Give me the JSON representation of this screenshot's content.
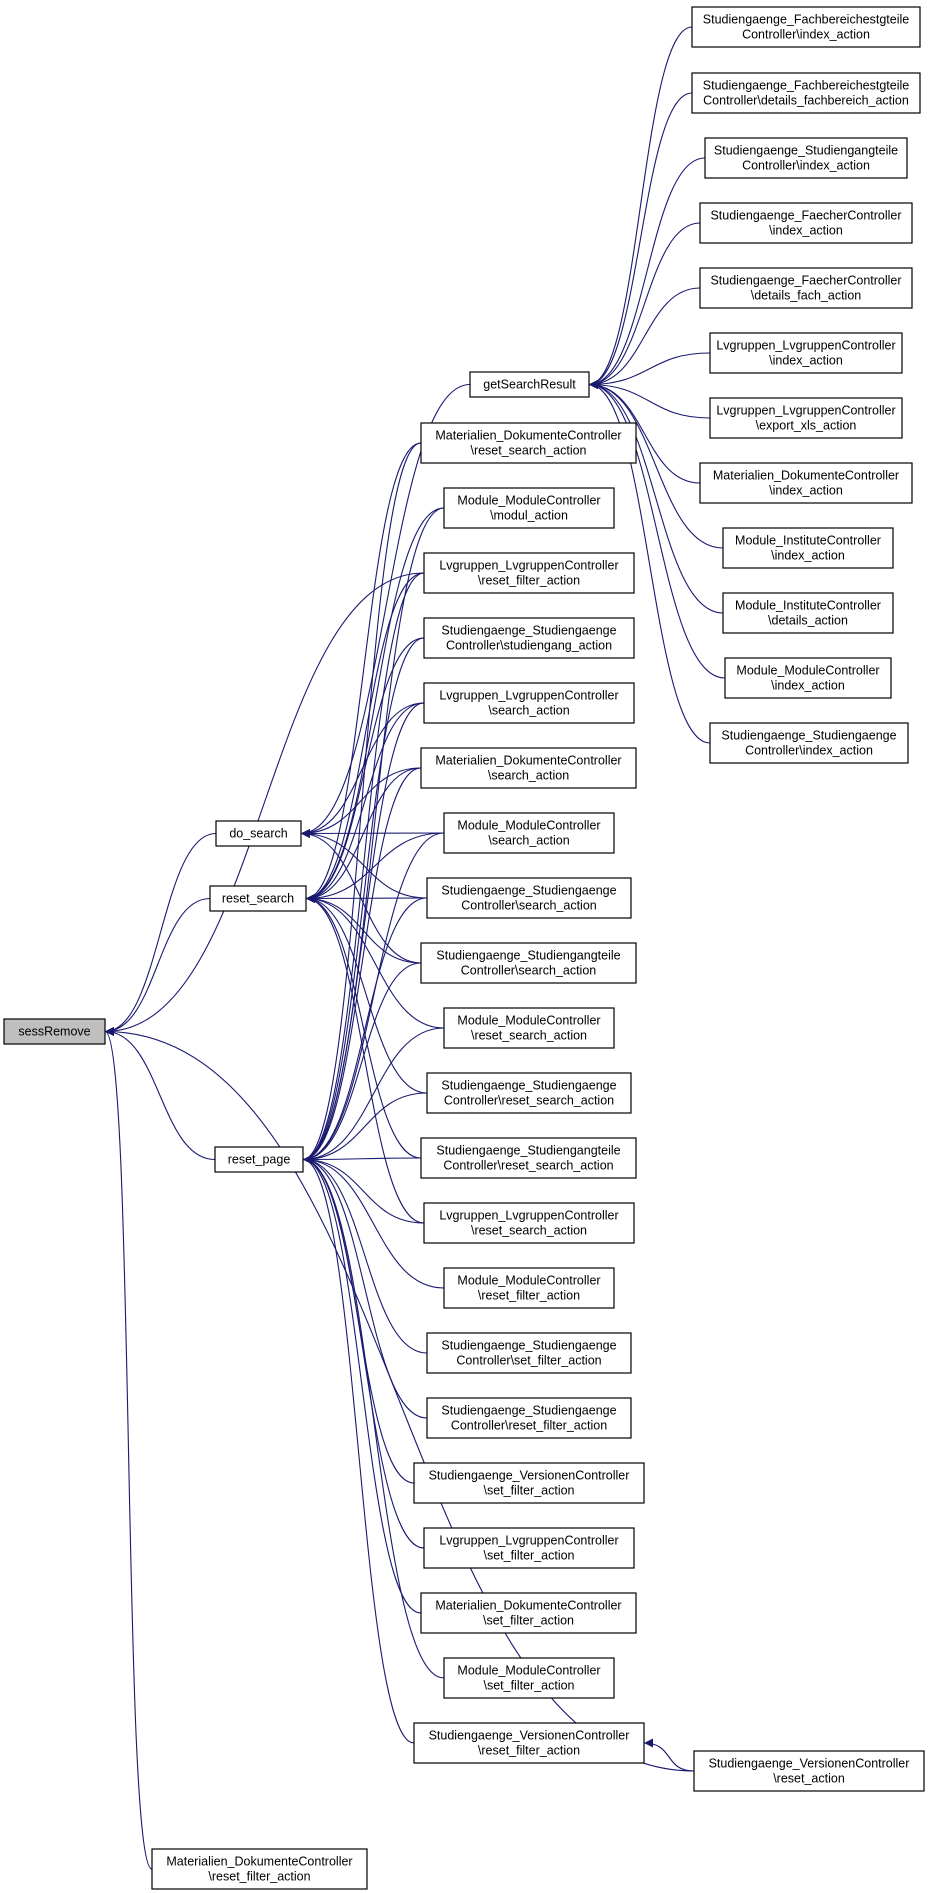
{
  "nodes": [
    {
      "id": "sessRemove",
      "lines": [
        "sessRemove"
      ],
      "root": true
    },
    {
      "id": "do_search",
      "lines": [
        "do_search"
      ]
    },
    {
      "id": "reset_search",
      "lines": [
        "reset_search"
      ]
    },
    {
      "id": "reset_page",
      "lines": [
        "reset_page"
      ]
    },
    {
      "id": "getSearchResult",
      "lines": [
        "getSearchResult"
      ]
    },
    {
      "id": "mat_dok_reset_filter",
      "lines": [
        "Materialien_DokumenteController",
        "\\reset_filter_action"
      ]
    },
    {
      "id": "fb_index",
      "lines": [
        "Studiengaenge_Fachbereichestgteile",
        "Controller\\index_action"
      ]
    },
    {
      "id": "fb_details",
      "lines": [
        "Studiengaenge_Fachbereichestgteile",
        "Controller\\details_fachbereich_action"
      ]
    },
    {
      "id": "stgt_index",
      "lines": [
        "Studiengaenge_Studiengangteile",
        "Controller\\index_action"
      ]
    },
    {
      "id": "faecher_index",
      "lines": [
        "Studiengaenge_FaecherController",
        "\\index_action"
      ]
    },
    {
      "id": "faecher_details",
      "lines": [
        "Studiengaenge_FaecherController",
        "\\details_fach_action"
      ]
    },
    {
      "id": "lvg_index",
      "lines": [
        "Lvgruppen_LvgruppenController",
        "\\index_action"
      ]
    },
    {
      "id": "lvg_export",
      "lines": [
        "Lvgruppen_LvgruppenController",
        "\\export_xls_action"
      ]
    },
    {
      "id": "mat_dok_index",
      "lines": [
        "Materialien_DokumenteController",
        "\\index_action"
      ]
    },
    {
      "id": "inst_index",
      "lines": [
        "Module_InstituteController",
        "\\index_action"
      ]
    },
    {
      "id": "inst_details",
      "lines": [
        "Module_InstituteController",
        "\\details_action"
      ]
    },
    {
      "id": "mod_index",
      "lines": [
        "Module_ModuleController",
        "\\index_action"
      ]
    },
    {
      "id": "stg_index",
      "lines": [
        "Studiengaenge_Studiengaenge",
        "Controller\\index_action"
      ]
    },
    {
      "id": "mat_dok_reset_search",
      "lines": [
        "Materialien_DokumenteController",
        "\\reset_search_action"
      ]
    },
    {
      "id": "mod_modul",
      "lines": [
        "Module_ModuleController",
        "\\modul_action"
      ]
    },
    {
      "id": "lvg_reset_filter",
      "lines": [
        "Lvgruppen_LvgruppenController",
        "\\reset_filter_action"
      ]
    },
    {
      "id": "stg_studiengang",
      "lines": [
        "Studiengaenge_Studiengaenge",
        "Controller\\studiengang_action"
      ]
    },
    {
      "id": "lvg_search",
      "lines": [
        "Lvgruppen_LvgruppenController",
        "\\search_action"
      ]
    },
    {
      "id": "mat_dok_search",
      "lines": [
        "Materialien_DokumenteController",
        "\\search_action"
      ]
    },
    {
      "id": "mod_search",
      "lines": [
        "Module_ModuleController",
        "\\search_action"
      ]
    },
    {
      "id": "stg_search",
      "lines": [
        "Studiengaenge_Studiengaenge",
        "Controller\\search_action"
      ]
    },
    {
      "id": "stgt_search",
      "lines": [
        "Studiengaenge_Studiengangteile",
        "Controller\\search_action"
      ]
    },
    {
      "id": "mod_reset_search",
      "lines": [
        "Module_ModuleController",
        "\\reset_search_action"
      ]
    },
    {
      "id": "stg_reset_search",
      "lines": [
        "Studiengaenge_Studiengaenge",
        "Controller\\reset_search_action"
      ]
    },
    {
      "id": "stgt_reset_search",
      "lines": [
        "Studiengaenge_Studiengangteile",
        "Controller\\reset_search_action"
      ]
    },
    {
      "id": "lvg_reset_search",
      "lines": [
        "Lvgruppen_LvgruppenController",
        "\\reset_search_action"
      ]
    },
    {
      "id": "mod_reset_filter",
      "lines": [
        "Module_ModuleController",
        "\\reset_filter_action"
      ]
    },
    {
      "id": "stg_set_filter",
      "lines": [
        "Studiengaenge_Studiengaenge",
        "Controller\\set_filter_action"
      ]
    },
    {
      "id": "stg_reset_filter",
      "lines": [
        "Studiengaenge_Studiengaenge",
        "Controller\\reset_filter_action"
      ]
    },
    {
      "id": "ver_set_filter",
      "lines": [
        "Studiengaenge_VersionenController",
        "\\set_filter_action"
      ]
    },
    {
      "id": "lvg_set_filter",
      "lines": [
        "Lvgruppen_LvgruppenController",
        "\\set_filter_action"
      ]
    },
    {
      "id": "mat_dok_set_filter",
      "lines": [
        "Materialien_DokumenteController",
        "\\set_filter_action"
      ]
    },
    {
      "id": "mod_set_filter",
      "lines": [
        "Module_ModuleController",
        "\\set_filter_action"
      ]
    },
    {
      "id": "ver_reset_filter",
      "lines": [
        "Studiengaenge_VersionenController",
        "\\reset_filter_action"
      ]
    },
    {
      "id": "ver_reset",
      "lines": [
        "Studiengaenge_VersionenController",
        "\\reset_action"
      ]
    }
  ],
  "edges": [
    [
      "do_search",
      "sessRemove"
    ],
    [
      "reset_search",
      "sessRemove"
    ],
    [
      "reset_page",
      "sessRemove"
    ],
    [
      "lvg_reset_filter",
      "sessRemove"
    ],
    [
      "ver_reset",
      "sessRemove"
    ],
    [
      "mat_dok_reset_filter",
      "sessRemove"
    ],
    [
      "getSearchResult",
      "do_search"
    ],
    [
      "fb_index",
      "getSearchResult"
    ],
    [
      "fb_details",
      "getSearchResult"
    ],
    [
      "stgt_index",
      "getSearchResult"
    ],
    [
      "faecher_index",
      "getSearchResult"
    ],
    [
      "faecher_details",
      "getSearchResult"
    ],
    [
      "lvg_index",
      "getSearchResult"
    ],
    [
      "lvg_export",
      "getSearchResult"
    ],
    [
      "mat_dok_index",
      "getSearchResult"
    ],
    [
      "inst_index",
      "getSearchResult"
    ],
    [
      "inst_details",
      "getSearchResult"
    ],
    [
      "mod_index",
      "getSearchResult"
    ],
    [
      "stg_index",
      "getSearchResult"
    ],
    [
      "lvg_search",
      "do_search"
    ],
    [
      "mat_dok_search",
      "do_search"
    ],
    [
      "mod_search",
      "do_search"
    ],
    [
      "stg_search",
      "do_search"
    ],
    [
      "stgt_search",
      "do_search"
    ],
    [
      "mat_dok_reset_search",
      "reset_search"
    ],
    [
      "mod_modul",
      "reset_search"
    ],
    [
      "lvg_reset_filter",
      "reset_search"
    ],
    [
      "stg_studiengang",
      "reset_search"
    ],
    [
      "lvg_search",
      "reset_search"
    ],
    [
      "mat_dok_search",
      "reset_search"
    ],
    [
      "mod_search",
      "reset_search"
    ],
    [
      "stg_search",
      "reset_search"
    ],
    [
      "stgt_search",
      "reset_search"
    ],
    [
      "mod_reset_search",
      "reset_search"
    ],
    [
      "stg_reset_search",
      "reset_search"
    ],
    [
      "stgt_reset_search",
      "reset_search"
    ],
    [
      "lvg_reset_search",
      "reset_search"
    ],
    [
      "mat_dok_reset_search",
      "reset_page"
    ],
    [
      "mod_modul",
      "reset_page"
    ],
    [
      "lvg_reset_filter",
      "reset_page"
    ],
    [
      "stg_studiengang",
      "reset_page"
    ],
    [
      "lvg_search",
      "reset_page"
    ],
    [
      "mat_dok_search",
      "reset_page"
    ],
    [
      "mod_search",
      "reset_page"
    ],
    [
      "stg_search",
      "reset_page"
    ],
    [
      "stgt_search",
      "reset_page"
    ],
    [
      "mod_reset_search",
      "reset_page"
    ],
    [
      "stg_reset_search",
      "reset_page"
    ],
    [
      "stgt_reset_search",
      "reset_page"
    ],
    [
      "lvg_reset_search",
      "reset_page"
    ],
    [
      "mod_reset_filter",
      "reset_page"
    ],
    [
      "stg_set_filter",
      "reset_page"
    ],
    [
      "stg_reset_filter",
      "reset_page"
    ],
    [
      "ver_set_filter",
      "reset_page"
    ],
    [
      "lvg_set_filter",
      "reset_page"
    ],
    [
      "mat_dok_set_filter",
      "reset_page"
    ],
    [
      "mod_set_filter",
      "reset_page"
    ],
    [
      "ver_reset_filter",
      "reset_page"
    ],
    [
      "ver_reset",
      "ver_reset_filter"
    ]
  ],
  "colors": {
    "edge": "#191970",
    "root_fill": "#bfbfbf",
    "node_fill": "#ffffff",
    "node_stroke": "#000000"
  }
}
